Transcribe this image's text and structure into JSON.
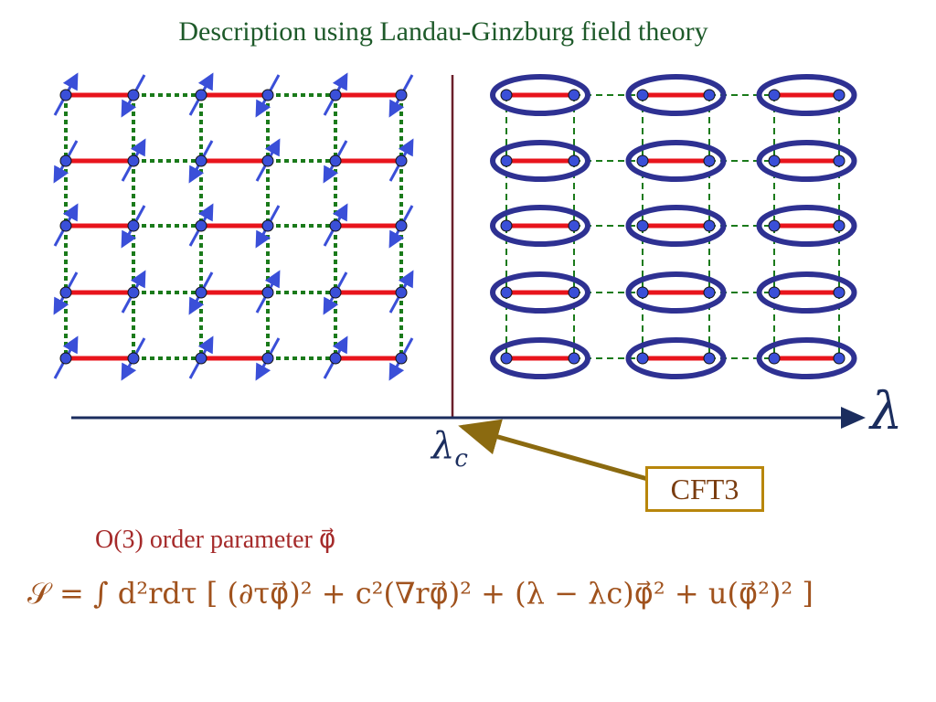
{
  "title": "Description using Landau-Ginzburg field theory",
  "axis": {
    "label": "λ",
    "critical_label": "λ",
    "critical_subscript": "c"
  },
  "callout": {
    "text": "CFT3"
  },
  "order_parameter": {
    "text": "O(3) order parameter φ⃗"
  },
  "action": {
    "text": "𝒮 = ∫ d²rdτ [ (∂τφ⃗)² + c²(∇rφ⃗)² + (λ − λc)φ⃗² + u(φ⃗²)² ]"
  },
  "lattice": {
    "left_phase": "antiferromagnet",
    "left_cols": 6,
    "rows": 5,
    "right_phase": "dimer",
    "right_dimers_per_row": 3
  },
  "colors": {
    "strong_bond": "#e8141c",
    "weak_bond": "#1a7a1a",
    "site": "#3a4fd8",
    "spin_arrow": "#3a4fd8",
    "dimer_ring": "#2e3192",
    "axis": "#1b2d5e",
    "divider": "#6b1f2a",
    "callout_arrow": "#8b6a10"
  }
}
